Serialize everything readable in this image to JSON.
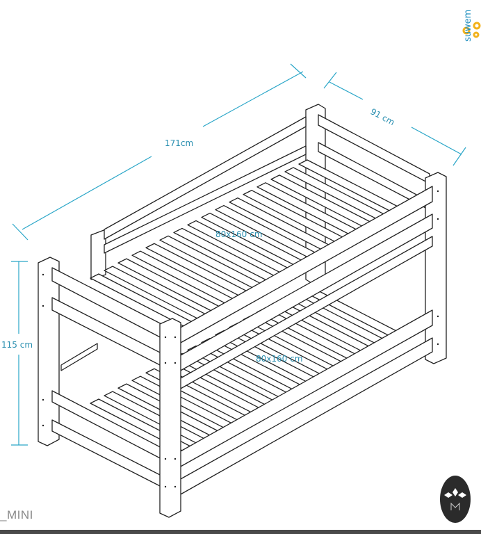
{
  "brand": {
    "name": "suwem",
    "accent": "#f2b21b",
    "text_color": "#1f8fbf"
  },
  "dimensions": {
    "length": "171cm",
    "width": "91 cm",
    "height": "115 cm"
  },
  "mattresses": {
    "upper": "80x160 cm",
    "lower": "80x160 cm"
  },
  "model_label": "_MINI",
  "badge": {
    "icon": "diamond-m-emblem-icon"
  },
  "slat_counts": {
    "upper": 16,
    "lower": 16
  }
}
